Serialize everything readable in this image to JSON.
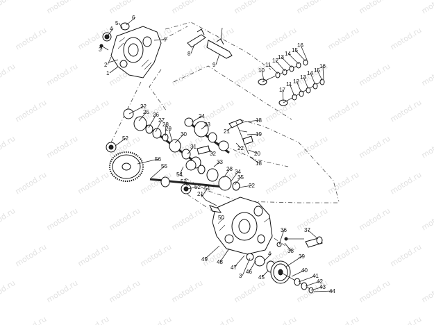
{
  "watermark_text": "motod.ru",
  "callouts": [
    "1",
    "2",
    "3",
    "4",
    "5",
    "6",
    "7",
    "8",
    "9",
    "10",
    "11",
    "12",
    "13",
    "14",
    "15",
    "16",
    "17",
    "11",
    "12",
    "13",
    "14",
    "15",
    "16",
    "18",
    "19",
    "20",
    "21",
    "22",
    "18",
    "22",
    "25",
    "26",
    "27",
    "28",
    "29",
    "30",
    "24",
    "23",
    "31",
    "32",
    "33",
    "52",
    "56",
    "55",
    "54",
    "53",
    "28",
    "34",
    "35",
    "22",
    "52",
    "51",
    "21",
    "50",
    "36",
    "37",
    "38",
    "49",
    "48",
    "47",
    "3",
    "46",
    "4",
    "45",
    "39",
    "40",
    "41",
    "42",
    "43",
    "44"
  ]
}
